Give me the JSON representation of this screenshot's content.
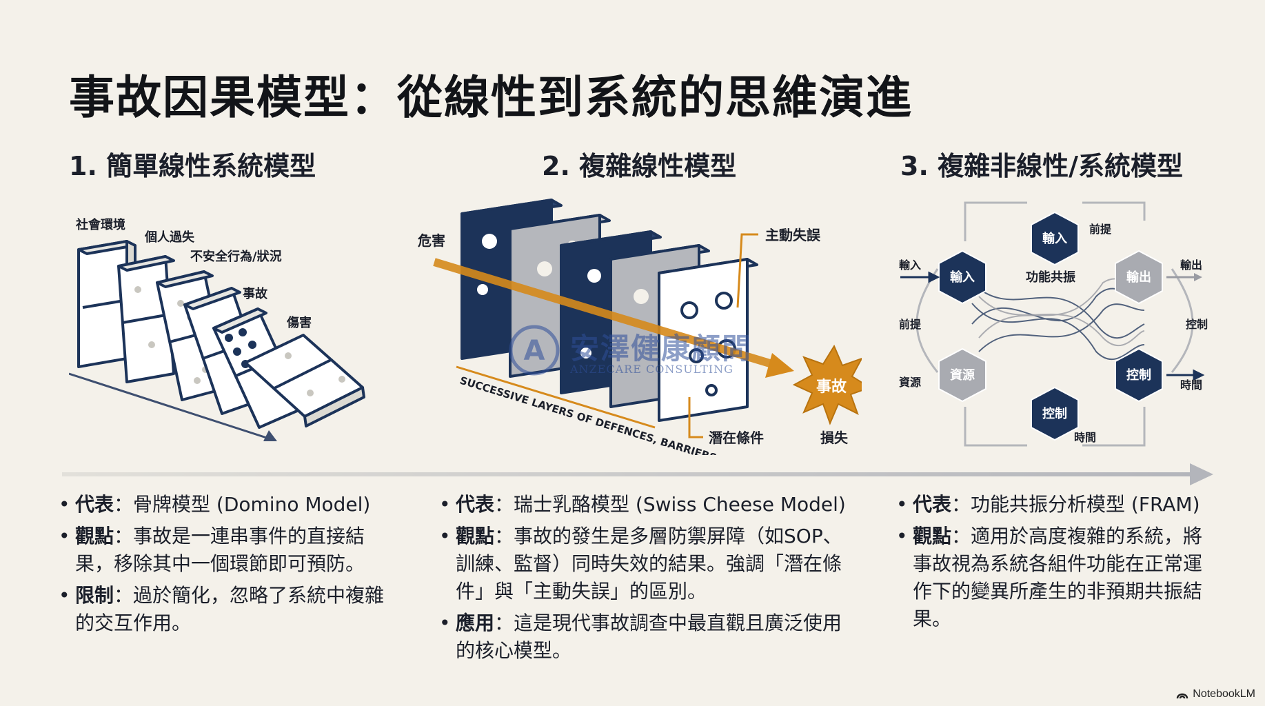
{
  "title": "事故因果模型：從線性到系統的思維演進",
  "sections": [
    {
      "heading": "1. 簡單線性系統模型",
      "labels": [
        "社會環境",
        "個人過失",
        "不安全行為/狀況",
        "事故",
        "傷害"
      ],
      "bullets": [
        {
          "label": "代表",
          "text": "：骨牌模型 (Domino Model)"
        },
        {
          "label": "觀點",
          "text": "：事故是一連串事件的直接結果，移除其中一個環節即可預防。"
        },
        {
          "label": "限制",
          "text": "：過於簡化，忽略了系統中複雜的交互作用。"
        }
      ]
    },
    {
      "heading": "2. 複雜線性模型",
      "labels": {
        "hazard": "危害",
        "active_failure": "主動失誤",
        "accident": "事故",
        "loss": "損失",
        "latent_condition": "潛在條件",
        "layers_caption": "SUCCESSIVE LAYERS OF DEFENCES, BARRIERS & SAFEGUARDS"
      },
      "bullets": [
        {
          "label": "代表",
          "text": "：瑞士乳酪模型 (Swiss Cheese Model)"
        },
        {
          "label": "觀點",
          "text": "：事故的發生是多層防禦屏障（如SOP、訓練、監督）同時失效的結果。強調「潛在條件」與「主動失誤」的區別。"
        },
        {
          "label": "應用",
          "text": "：這是現代事故調查中最直觀且廣泛使用的核心模型。"
        }
      ]
    },
    {
      "heading": "3. 複雜非線性/系統模型",
      "labels": {
        "center": "功能共振",
        "hex_input_top": "輸入",
        "hex_input_left": "輸入",
        "hex_output": "輸出",
        "hex_resource": "資源",
        "hex_control_right": "控制",
        "hex_control_bottom": "控制",
        "ext_precondition_top": "前提",
        "ext_input": "輸入",
        "ext_output": "輸出",
        "ext_precondition_left": "前提",
        "ext_control": "控制",
        "ext_resource": "資源",
        "ext_time_right": "時間",
        "ext_time_bottom": "時間"
      },
      "bullets": [
        {
          "label": "代表",
          "text": "：功能共振分析模型 (FRAM)"
        },
        {
          "label": "觀點",
          "text": "：適用於高度複雜的系統，將事故視為系統各組件功能在正常運作下的變異所產生的非預期共振結果。"
        }
      ]
    }
  ],
  "watermark": {
    "name": "安澤健康顧問",
    "sub": "ANZECARE CONSULTING"
  },
  "brand": "NotebookLM",
  "colors": {
    "navy": "#1c3359",
    "gray": "#9a9ca3",
    "orange": "#d68a1c",
    "background": "#f4f1ea"
  }
}
